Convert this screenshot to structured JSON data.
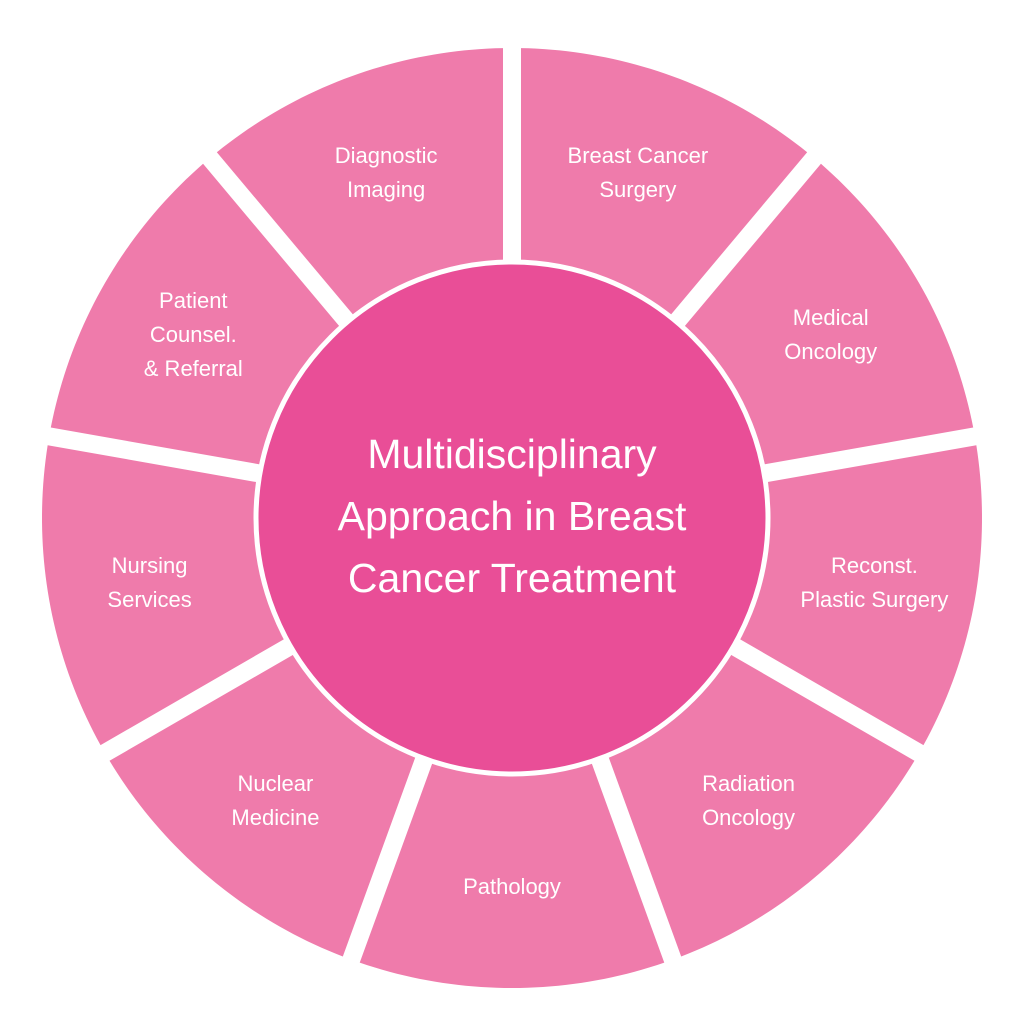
{
  "center_title": [
    "Multidisciplinary",
    "Approach in Breast",
    "Cancer Treatment"
  ],
  "segments": [
    {
      "id": "breast-cancer-surgery",
      "lines": [
        "Breast Cancer",
        "Surgery"
      ]
    },
    {
      "id": "medical-oncology",
      "lines": [
        "Medical",
        "Oncology"
      ]
    },
    {
      "id": "reconstructive-plastic-surgery",
      "lines": [
        "Reconst.",
        "Plastic Surgery"
      ]
    },
    {
      "id": "radiation-oncology",
      "lines": [
        "Radiation",
        "Oncology"
      ]
    },
    {
      "id": "pathology",
      "lines": [
        "Pathology"
      ]
    },
    {
      "id": "nuclear-medicine",
      "lines": [
        "Nuclear",
        "Medicine"
      ]
    },
    {
      "id": "nursing-services",
      "lines": [
        "Nursing",
        "Services"
      ]
    },
    {
      "id": "patient-counseling-referral",
      "lines": [
        "Patient",
        "Counsel.",
        "& Referral"
      ]
    },
    {
      "id": "diagnostic-imaging",
      "lines": [
        "Diagnostic",
        "Imaging"
      ]
    }
  ],
  "colors": {
    "segment": "#ef7bab",
    "hub": "#e94e97",
    "separator": "#ffffff",
    "text": "#ffffff"
  }
}
